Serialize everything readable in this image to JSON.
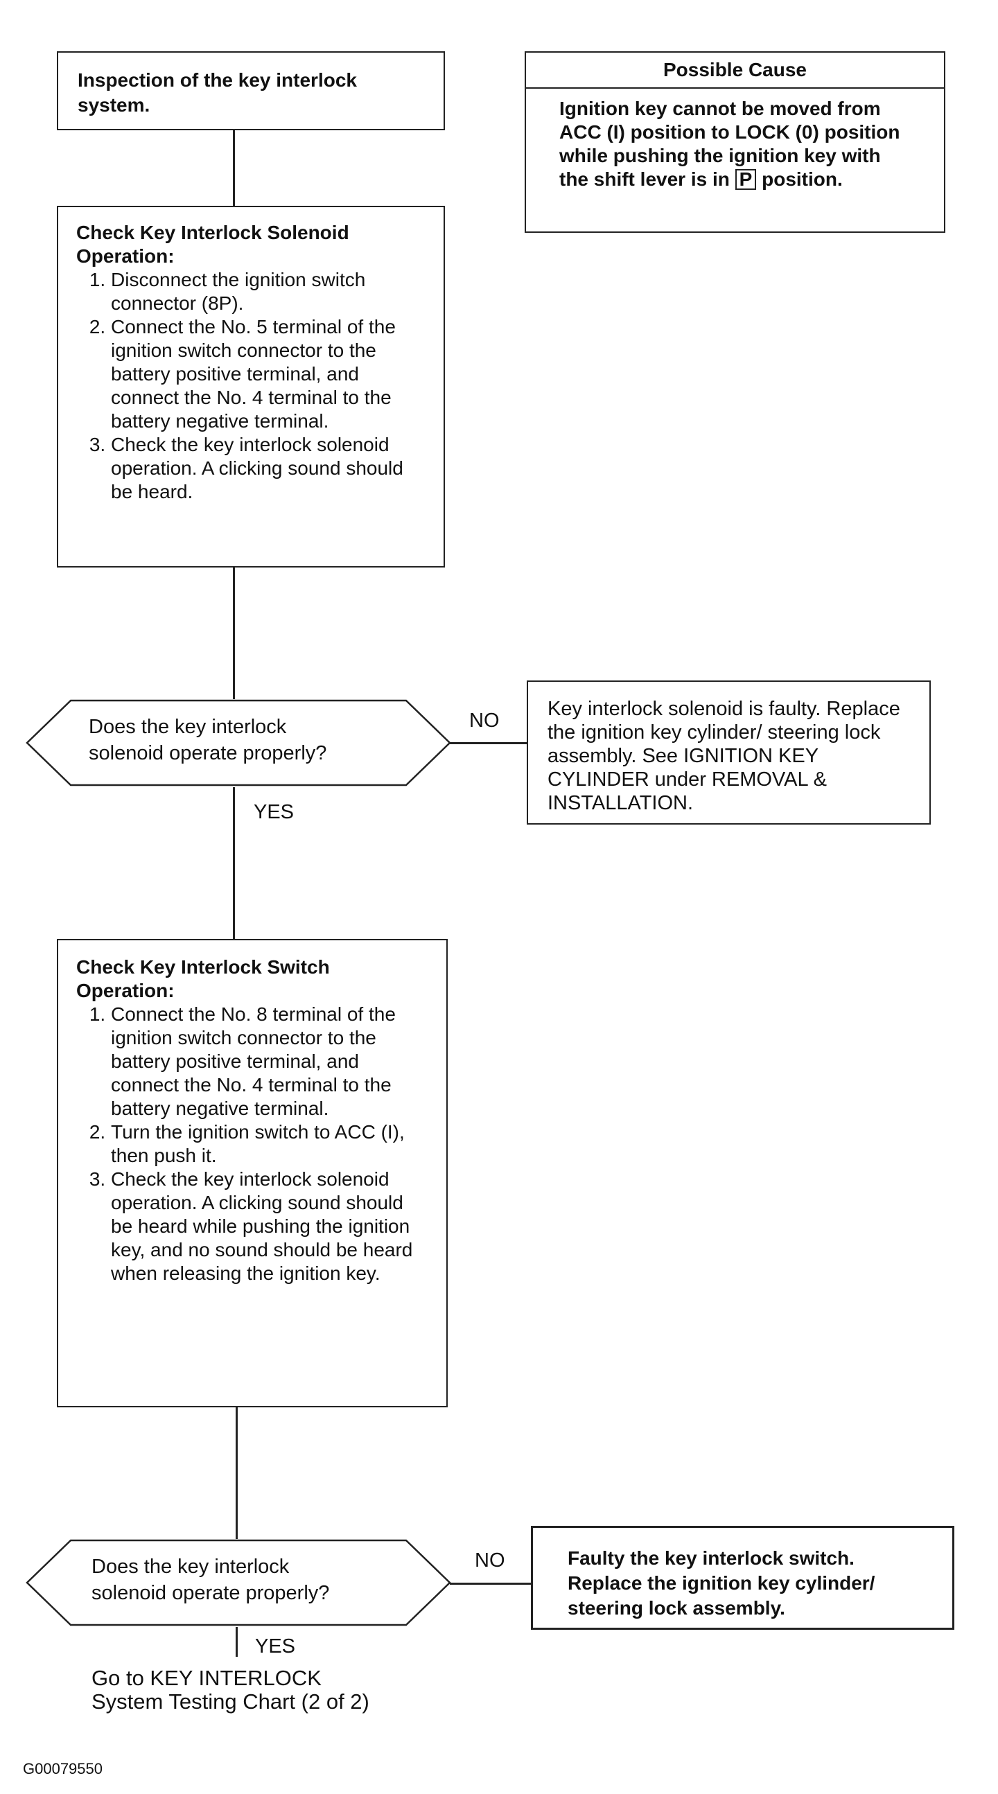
{
  "start_box": {
    "text": "Inspection of the key interlock system."
  },
  "cause_box": {
    "header": "Possible Cause",
    "text": "Ignition key cannot be moved from ACC (I) position to LOCK (0) position while pushing the ignition key with the shift lever is in",
    "p_symbol": "P",
    "text_end": "position."
  },
  "check_solenoid": {
    "title": "Check Key Interlock Solenoid Operation:",
    "steps": [
      "Disconnect the ignition switch connector (8P).",
      "Connect the No. 5 terminal of the ignition switch connector to the battery positive terminal, and connect the No. 4 terminal to the battery negative terminal.",
      "Check the key interlock solenoid operation. A clicking sound should be heard."
    ]
  },
  "decision_1": {
    "text": "Does the key interlock solenoid operate properly?",
    "no": "NO",
    "yes": "YES"
  },
  "result_1": {
    "text": "Key interlock solenoid is faulty. Replace the ignition key cylinder/ steering lock assembly. See IGNITION KEY CYLINDER under REMOVAL & INSTALLATION."
  },
  "check_switch": {
    "title": "Check Key Interlock Switch Operation:",
    "steps": [
      "Connect the No. 8 terminal of the ignition switch connector to the battery positive terminal, and connect the No. 4 terminal to the battery negative terminal.",
      "Turn the ignition switch to ACC (I), then push it.",
      "Check the key interlock solenoid operation. A clicking sound should be heard while pushing the ignition key, and no sound should be heard when releasing the ignition key."
    ]
  },
  "decision_2": {
    "text": "Does the key interlock solenoid operate properly?",
    "no": "NO",
    "yes": "YES"
  },
  "result_2": {
    "text": "Faulty the key interlock switch. Replace the ignition key cylinder/ steering lock assembly."
  },
  "goto": {
    "line1": "Go to KEY INTERLOCK",
    "line2": "System Testing Chart (2 of 2)"
  },
  "figure_id": "G00079550"
}
